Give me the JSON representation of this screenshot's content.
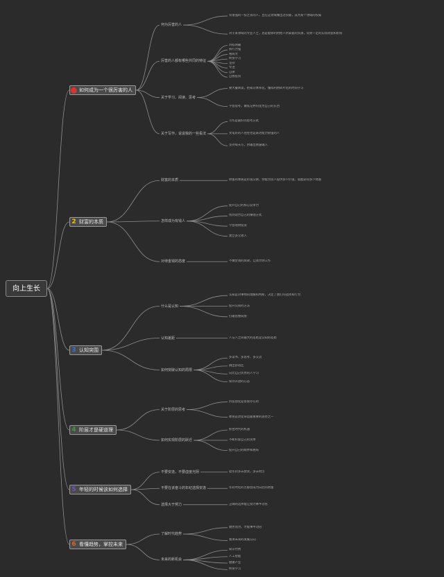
{
  "root": {
    "label": "向上生长"
  },
  "colors": {
    "background": "#2b2b2b",
    "line": "#8f8f8f",
    "badge_red": "#d9362b",
    "badge_yellow": "#f2c300",
    "badge_blue": "#2f76d9",
    "badge_green": "#3e9a3e",
    "badge_purple": "#7b4fc9",
    "badge_orange": "#e0631c"
  },
  "branches": [
    {
      "num": "1",
      "label": "如何成为一个很厉害的人",
      "subs": [
        {
          "label": "何为厉害的人",
          "leaves": [
            "有很强的一技之长的人，且在这领域做出过贡献，成为某个领域的权威",
            "对于某领域的专业人士，总是能够利用他人所掌握的资源，得到一定的实际效益和影响"
          ]
        },
        {
          "label": "厉害的人都有哪些共同的特征",
          "leaves": [
            "目标明确",
            "执行力强",
            "格局大",
            "终身学习",
            "坚持",
            "专注",
            "自律",
            "自我投资"
          ]
        },
        {
          "label": "关于学习、阅读、思考",
          "leaves": [
            "要大量阅读，把知识体系化，懂得利用碎片化的时间学习",
            "学会思考，做笔记并内化为自己的东西"
          ]
        },
        {
          "label": "关于写作，说说我的一些看法",
          "leaves": [
            "写作是最好的思考方式",
            "文笔好的人往往也是表达能力很强的人",
            "坚持每天写，用输出倒逼输入"
          ]
        }
      ]
    },
    {
      "num": "2",
      "label": "财富的本质",
      "subs": [
        {
          "label": "财富的本质",
          "leaves": [
            "财富的本质是价值交换，你能为别人提供多少价值，就能获得多少财富"
          ]
        },
        {
          "label": "怎样成为有钱人",
          "leaves": [
            "提升自己的核心竞争力",
            "找到适合自己的赚钱方式",
            "学会理财投资",
            "建立多元收入"
          ]
        },
        {
          "label": "对待金钱的态度",
          "leaves": [
            "不做金钱的奴隶，让钱为你工作"
          ]
        }
      ]
    },
    {
      "num": "3",
      "label": "认知突围",
      "subs": [
        {
          "label": "什么是认知",
          "leaves": [
            "认知是对事物的理解和判断，决定了我们的选择和行为",
            "提升认知的方法",
            "打破思维局限"
          ]
        },
        {
          "label": "认知差距",
          "leaves": [
            "人与人之间最大的差距是认知的差距"
          ]
        },
        {
          "label": "如何突破认知的局限",
          "leaves": [
            "多读书、多思考、多交流",
            "跳出舒适区",
            "向比自己优秀的人学习",
            "保持开放的心态"
          ]
        }
      ]
    },
    {
      "num": "4",
      "label": "阶层才是硬道理",
      "subs": [
        {
          "label": "关于阶层的思考",
          "leaves": [
            "阶层固化是客观存在的",
            "教育是改变命运最重要的途径之一"
          ]
        },
        {
          "label": "如何实现阶层的跃迁",
          "leaves": [
            "抓住时代的机遇",
            "不断积累自己的资本",
            "提升自己的眼界和格局"
          ]
        }
      ]
    },
    {
      "num": "5",
      "label": "年轻的时候该如何选择",
      "subs": [
        {
          "label": "不要安逸，不要虚度光阴",
          "leaves": [
            "趁年轻多去尝试，多去经历"
          ]
        },
        {
          "label": "不要在该奋斗的年纪选择安逸",
          "leaves": [
            "年轻时吃的苦都会成为日后的财富"
          ]
        },
        {
          "label": "选择大于努力",
          "leaves": [
            "正确的选择能让努力事半功倍"
          ]
        }
      ]
    },
    {
      "num": "6",
      "label": "看懂趋势，掌控未来",
      "subs": [
        {
          "label": "了解时代趋势",
          "leaves": [
            "顺势而为，才能事半功倍",
            "看清未来的发展方向"
          ]
        },
        {
          "label": "未来的新机会",
          "leaves": [
            "知识付费",
            "人工智能",
            "健康产业",
            "终身学习"
          ]
        }
      ]
    }
  ]
}
